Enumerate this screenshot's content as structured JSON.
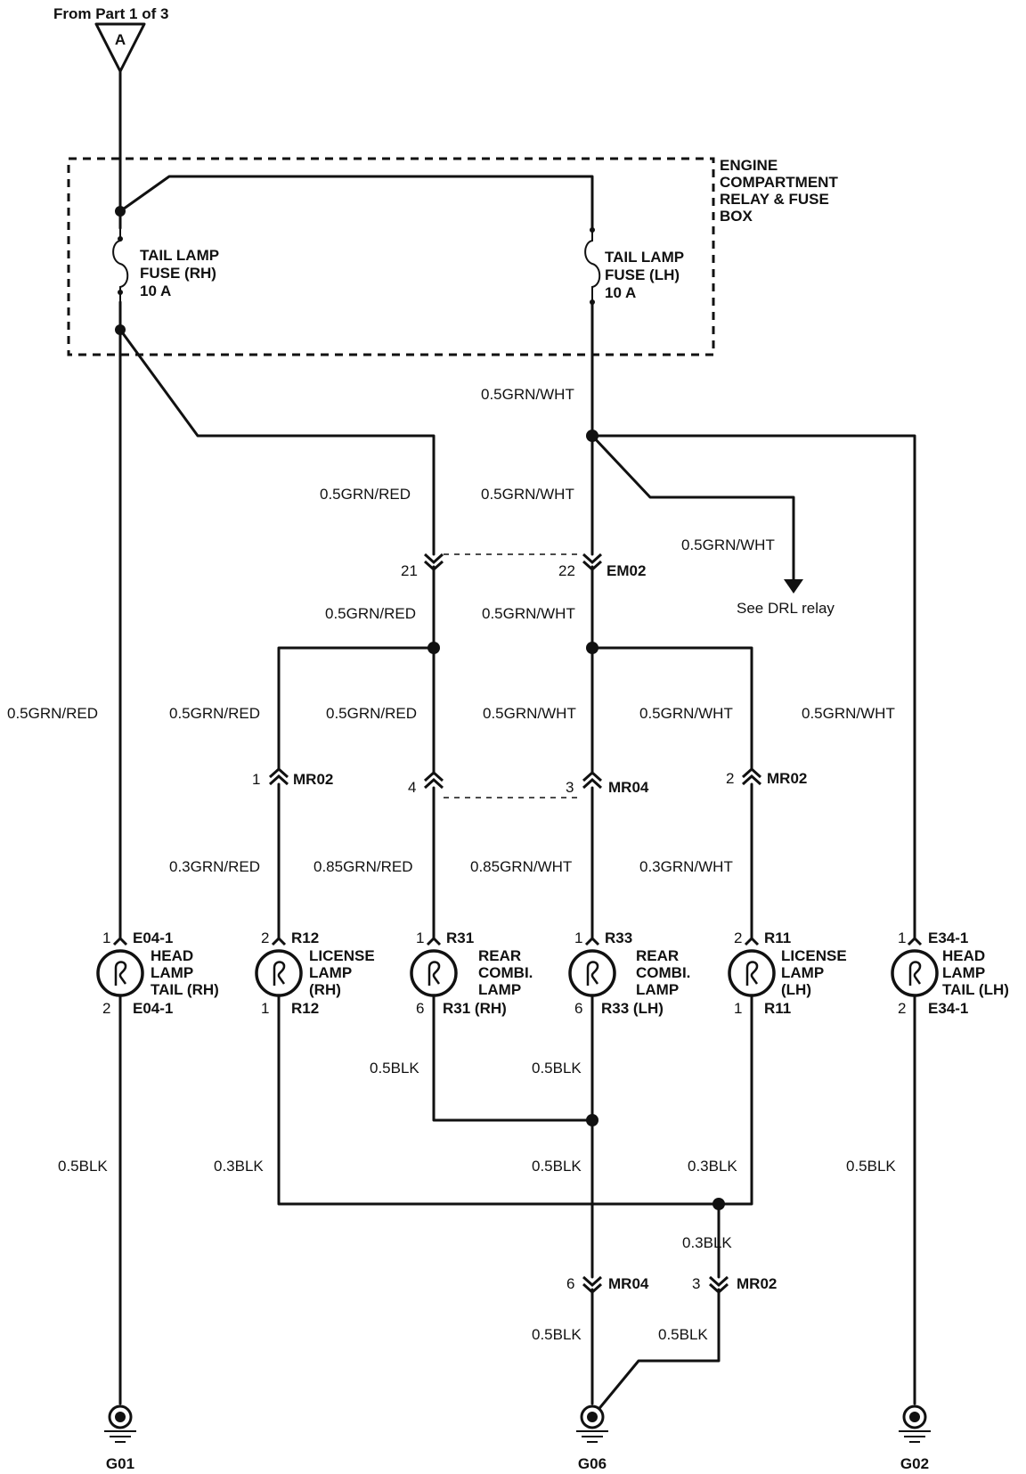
{
  "header": {
    "from_part": "From Part 1 of 3",
    "connector_letter": "A"
  },
  "box": {
    "label_lines": [
      "ENGINE",
      "COMPARTMENT",
      "RELAY & FUSE",
      "BOX"
    ]
  },
  "fuses": {
    "rh": [
      "TAIL LAMP",
      "FUSE (RH)",
      "10 A"
    ],
    "lh": [
      "TAIL LAMP",
      "FUSE (LH)",
      "10 A"
    ]
  },
  "wires": {
    "grn_wht_top": "0.5GRN/WHT",
    "grn_red_mid": "0.5GRN/RED",
    "grn_wht_mid": "0.5GRN/WHT",
    "grn_wht_drl": "0.5GRN/WHT",
    "drl_note": "See DRL relay",
    "grn_red_below_em": "0.5GRN/RED",
    "grn_wht_below_em": "0.5GRN/WHT",
    "far_left": "0.5GRN/RED",
    "lic_rh_top": "0.5GRN/RED",
    "rc_rh_top": "0.5GRN/RED",
    "rc_lh_top": "0.5GRN/WHT",
    "lic_lh_top": "0.5GRN/WHT",
    "far_right": "0.5GRN/WHT",
    "lic_rh_bot": "0.3GRN/RED",
    "rc_rh_bot": "0.85GRN/RED",
    "rc_lh_bot": "0.85GRN/WHT",
    "lic_lh_bot": "0.3GRN/WHT",
    "blk_rc_rh": "0.5BLK",
    "blk_rc_lh": "0.5BLK",
    "blk_left": "0.5BLK",
    "blk_lic_rh": "0.3BLK",
    "blk_center": "0.5BLK",
    "blk_lic_lh": "0.3BLK",
    "blk_right": "0.5BLK",
    "blk_mr02_up": "0.3BLK",
    "blk_g06_left": "0.5BLK",
    "blk_g06_right": "0.5BLK"
  },
  "connectors": {
    "em02_pin21": "21",
    "em02_pin22": "22",
    "em02": "EM02",
    "mr02_pin1": "1",
    "mr02_a": "MR02",
    "mr04_pin4": "4",
    "mr04_pin3": "3",
    "mr04_a": "MR04",
    "mr02_pin2": "2",
    "mr02_b": "MR02",
    "mr04_pin6": "6",
    "mr04_b": "MR04",
    "mr02_pin3": "3",
    "mr02_c": "MR02"
  },
  "lamps": [
    {
      "top_pin": "1",
      "top_conn": "E04-1",
      "bot_pin": "2",
      "bot_conn": "E04-1",
      "name": [
        "HEAD",
        "LAMP",
        "TAIL (RH)"
      ]
    },
    {
      "top_pin": "2",
      "top_conn": "R12",
      "bot_pin": "1",
      "bot_conn": "R12",
      "name": [
        "LICENSE",
        "LAMP",
        "(RH)"
      ]
    },
    {
      "top_pin": "1",
      "top_conn": "R31",
      "bot_pin": "6",
      "bot_conn": "R31 (RH)",
      "name": [
        "REAR",
        "COMBI.",
        "LAMP"
      ]
    },
    {
      "top_pin": "1",
      "top_conn": "R33",
      "bot_pin": "6",
      "bot_conn": "R33 (LH)",
      "name": [
        "REAR",
        "COMBI.",
        "LAMP"
      ]
    },
    {
      "top_pin": "2",
      "top_conn": "R11",
      "bot_pin": "1",
      "bot_conn": "R11",
      "name": [
        "LICENSE",
        "LAMP",
        "(LH)"
      ]
    },
    {
      "top_pin": "1",
      "top_conn": "E34-1",
      "bot_pin": "2",
      "bot_conn": "E34-1",
      "name": [
        "HEAD",
        "LAMP",
        "TAIL (LH)"
      ]
    }
  ],
  "grounds": {
    "g01": "G01",
    "g06": "G06",
    "g02": "G02"
  }
}
